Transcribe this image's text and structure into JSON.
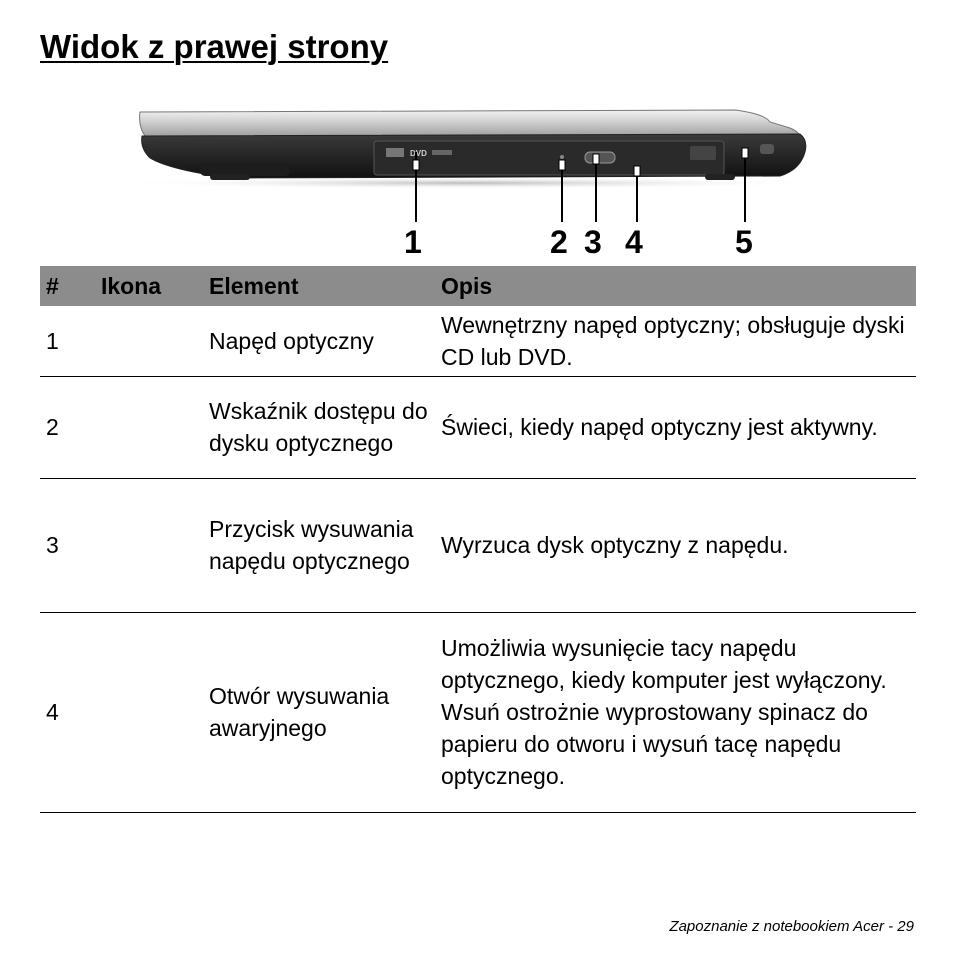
{
  "page": {
    "title": "Widok z prawej strony",
    "footer": "Zapoznanie z notebookiem Acer -  29"
  },
  "figure": {
    "drive_label": "DVD",
    "callouts": [
      "1",
      "2",
      "3",
      "4",
      "5"
    ]
  },
  "table": {
    "headers": [
      "#",
      "Ikona",
      "Element",
      "Opis"
    ],
    "rows": [
      {
        "num": "1",
        "icon": "",
        "element": "Napęd optyczny",
        "desc": [
          "Wewnętrzny napęd optyczny; obsługuje dyski CD lub DVD."
        ]
      },
      {
        "num": "2",
        "icon": "",
        "element": "Wskaźnik dostępu do dysku optycznego",
        "desc": [
          "Świeci, kiedy napęd optyczny jest aktywny."
        ]
      },
      {
        "num": "3",
        "icon": "",
        "element": "Przycisk wysuwania napędu optycznego",
        "desc": [
          "Wyrzuca dysk optyczny z napędu."
        ]
      },
      {
        "num": "4",
        "icon": "",
        "element": "Otwór wysuwania awaryjnego",
        "desc": [
          "Umożliwia wysunięcie tacy napędu optycznego, kiedy komputer jest wyłączony.",
          "Wsuń ostrożnie wyprostowany spinacz do papieru do otworu i wysuń tacę napędu optycznego."
        ]
      }
    ]
  }
}
